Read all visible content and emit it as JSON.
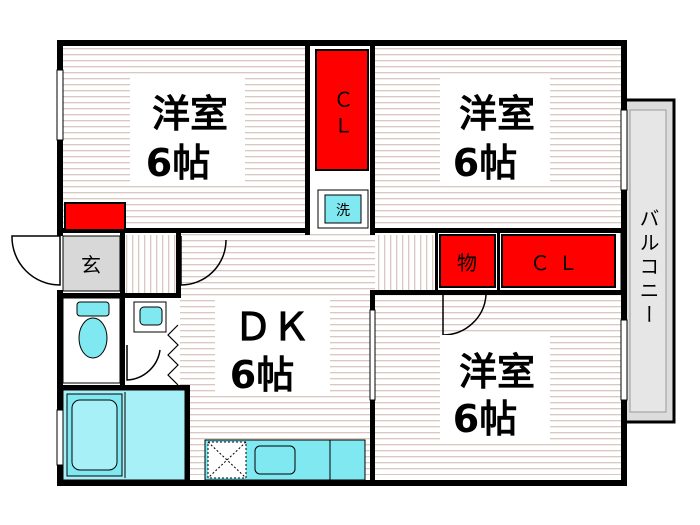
{
  "floorplan": {
    "rooms": {
      "western_room_nw": {
        "name": "洋室",
        "size": "6帖"
      },
      "western_room_ne": {
        "name": "洋室",
        "size": "6帖"
      },
      "western_room_se": {
        "name": "洋室",
        "size": "6帖"
      },
      "dining_kitchen": {
        "name": "ＤＫ",
        "size": "6帖"
      }
    },
    "closet_nw": "ＣＬ",
    "closet_e": "ＣＬ",
    "storage": "物",
    "washer": "洗",
    "entrance": "玄",
    "balcony": "バルコニー"
  },
  "colors": {
    "closet": "#ff0000",
    "fixture": "#80e8f0",
    "bath": "#a8f0f8",
    "floor_stripe": "#d8c8c0",
    "wall": "#000000",
    "balcony": "#dcdcdc",
    "entrance": "#d8d8d8"
  }
}
